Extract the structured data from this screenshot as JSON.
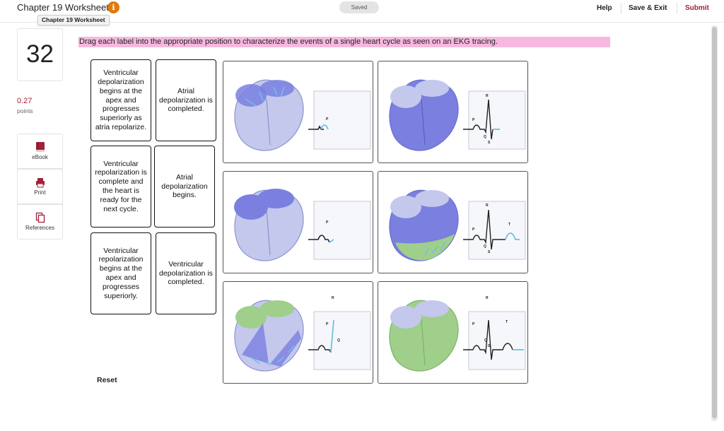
{
  "header": {
    "title": "Chapter 19 Worksheet",
    "tooltip": "Chapter 19 Worksheet",
    "info_icon": "i",
    "saved": "Saved",
    "help": "Help",
    "save_exit": "Save & Exit",
    "submit": "Submit"
  },
  "question": {
    "number": "32",
    "points_value": "0.27",
    "points_label": "points"
  },
  "tools": {
    "ebook": "eBook",
    "print": "Print",
    "references": "References"
  },
  "instruction": "Drag each label into the appropriate position to characterize the events of a single heart cycle as seen on an EKG tracing.",
  "labels": [
    "Ventricular depolarization begins at the apex and progresses superiorly as atria repolarize.",
    "Atrial depolarization is completed.",
    "Ventricular repolarization is complete and the heart is ready for the next cycle.",
    "Atrial depolarization begins.",
    "Ventricular repolarization begins at the apex and progresses superiorly.",
    "Ventricular depolarization is completed."
  ],
  "ekg_letters": {
    "p": "P",
    "q": "Q",
    "r": "R",
    "s": "S",
    "t": "T"
  },
  "reset": "Reset",
  "colors": {
    "submit": "#a3203a",
    "info_icon": "#e07a10",
    "highlight": "#f6b8de",
    "heart_base": "#c3c8ec",
    "depolarized": "#7a7fe0",
    "repolarized": "#9fcf8a",
    "ekg_active": "#6cc0e8"
  }
}
